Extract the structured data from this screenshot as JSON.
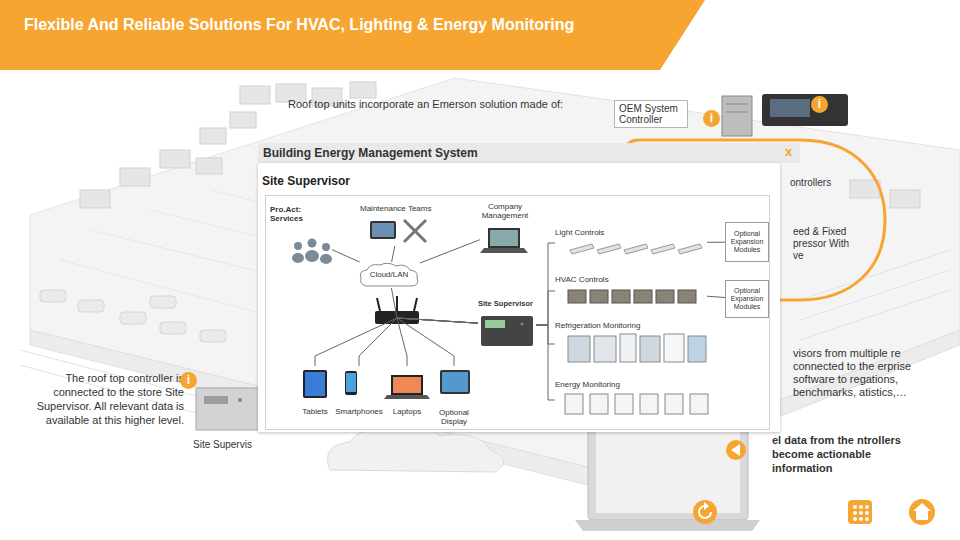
{
  "diagram": {
    "title": "Flexible And Reliable Solutions For HVAC, Lighting & Energy Monitoring",
    "nodes": [
      {
        "text": [
          "OEM System Controller"
        ]
      },
      {
        "text": [
          "Building Energy Management System",
          "Site Supervisor"
        ]
      },
      {
        "text": [
          "Pro.Act:",
          "Services"
        ],
        "in": 1
      },
      {
        "text": [
          "Maintenance Teams"
        ],
        "in": 1
      },
      {
        "text": [
          "Company Management"
        ],
        "in": 1
      },
      {
        "text": [
          "Light Controls"
        ],
        "in": 1
      },
      {
        "text": [
          "Optional Expansion Modules"
        ],
        "in": 1
      },
      {
        "text": [
          "Cloud/LAN"
        ],
        "in": 1
      },
      {
        "text": [
          "HVAC Controls"
        ],
        "in": 1
      },
      {
        "text": [
          "Optional Expansion Modules"
        ],
        "in": 1
      },
      {
        "text": [
          "Site Supervisor"
        ],
        "in": 1
      },
      {
        "text": [
          "Refrigeration Monitoring"
        ],
        "in": 1
      },
      {
        "text": [
          "Energy Monitoring"
        ],
        "in": 1
      },
      {
        "text": [
          "Tablets"
        ],
        "in": 1
      },
      {
        "text": [
          "Smartphones"
        ],
        "in": 1
      },
      {
        "text": [
          "Laptops"
        ],
        "in": 1
      },
      {
        "text": [
          "Optional Display"
        ],
        "in": 1
      }
    ],
    "edges": [
      {
        "from": 2,
        "to": 7,
        "arrow": "none"
      },
      {
        "from": 3,
        "to": 7,
        "arrow": "none"
      },
      {
        "from": 4,
        "to": 7,
        "arrow": "none"
      },
      {
        "from": 7,
        "to": 10,
        "arrow": "none"
      },
      {
        "from": 10,
        "to": 5,
        "arrow": "none"
      },
      {
        "from": 10,
        "to": 8,
        "arrow": "none"
      },
      {
        "from": 10,
        "to": 11,
        "arrow": "none"
      },
      {
        "from": 10,
        "to": 12,
        "arrow": "none"
      },
      {
        "from": 5,
        "to": 6,
        "arrow": "none"
      },
      {
        "from": 8,
        "to": 9,
        "arrow": "none"
      },
      {
        "from": 10,
        "to": 13,
        "arrow": "none"
      },
      {
        "from": 10,
        "to": 14,
        "arrow": "none"
      },
      {
        "from": 10,
        "to": 15,
        "arrow": "none"
      },
      {
        "from": 10,
        "to": 16,
        "arrow": "none"
      }
    ],
    "labels": [
      "Roof top units incorporate an Emerson solution made of:",
      "i",
      "i",
      "x",
      "ontrollers",
      "eed & Fixed pressor With ve",
      "visors from multiple re connected to the erprise software to regations, benchmarks, atistics,…",
      "The roof top controller is connected to the store Site Supervisor. All relevant data is available at this higher level.",
      "i",
      "Site Supervis",
      "el data from the ntrollers become actionable information"
    ]
  }
}
